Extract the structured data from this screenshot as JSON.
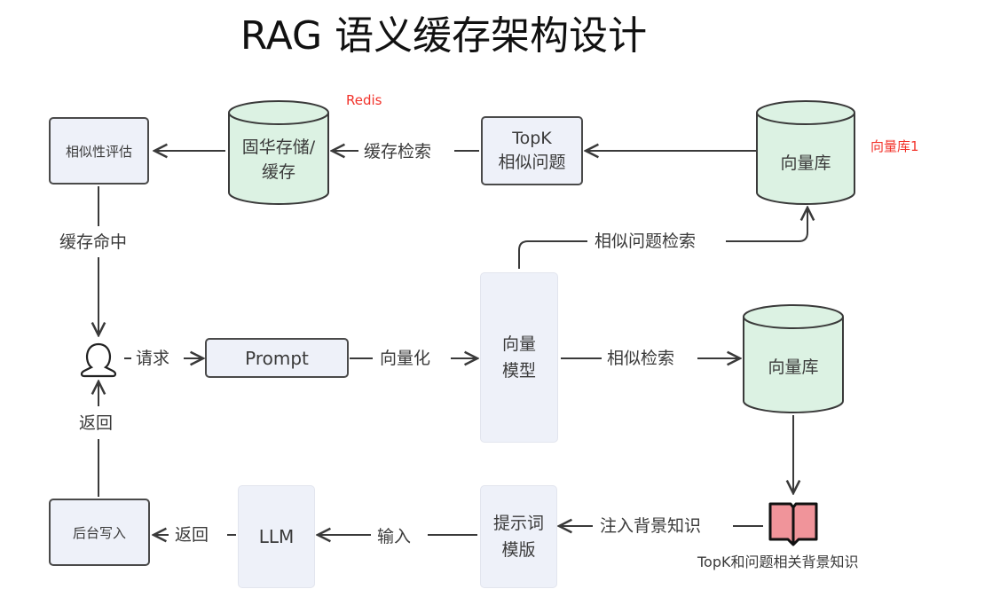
{
  "title": "RAG 语义缓存架构设计",
  "annotations": {
    "redis": "Redis",
    "vector_db_1": "向量库1"
  },
  "nodes": {
    "similarity_eval": "相似性评估",
    "persistent_cache_line1": "固华存储/",
    "persistent_cache_line2": "缓存",
    "topk_line1": "TopK",
    "topk_line2": "相似问题",
    "vector_db_top": "向量库",
    "user_icon": "user-icon",
    "prompt": "Prompt",
    "vector_model_line1": "向量",
    "vector_model_line2": "模型",
    "vector_db_mid": "向量库",
    "backend_write": "后台写入",
    "llm": "LLM",
    "prompt_template_line1": "提示词",
    "prompt_template_line2": "模版",
    "knowledge_icon": "book-icon",
    "knowledge_caption": "TopK和问题相关背景知识"
  },
  "edges": {
    "cache_retrieval": "缓存检索",
    "cache_hit": "缓存命中",
    "similar_question_retrieval": "相似问题检索",
    "request": "请求",
    "vectorize": "向量化",
    "similar_retrieval": "相似检索",
    "return_up": "返回",
    "return_left": "返回",
    "input": "输入",
    "inject_background": "注入背景知识"
  },
  "colors": {
    "box_fill": "#eef1f9",
    "cylinder_fill": "#dcf2e3",
    "book_fill": "#f0949a",
    "annotation_red": "#f2322a",
    "line": "#3a3a3a"
  }
}
